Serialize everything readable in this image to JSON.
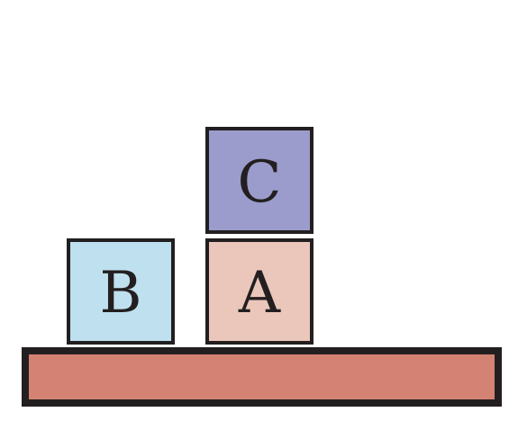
{
  "blocks": [
    {
      "label": "B",
      "color": "#bfe0ee"
    },
    {
      "label": "A",
      "color": "#ebc6ba"
    },
    {
      "label": "C",
      "color": "#9b9bcc"
    }
  ],
  "table": {
    "color": "#d38273"
  },
  "colors": {
    "outline": "#231f20"
  }
}
